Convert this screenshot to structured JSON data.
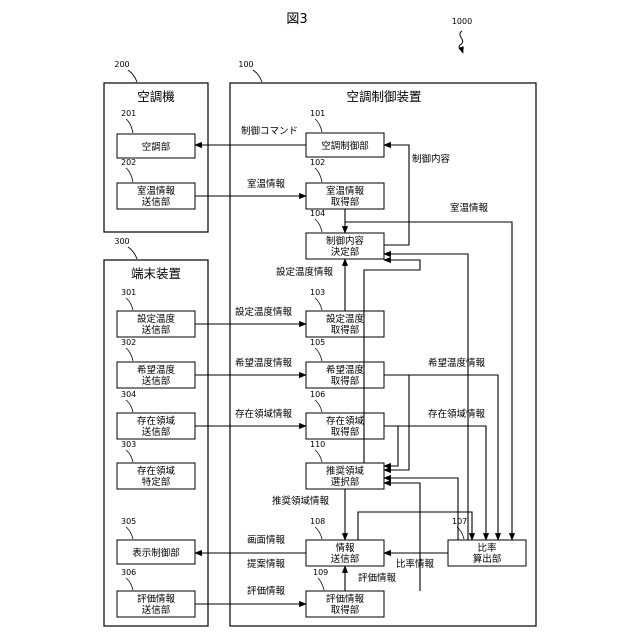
{
  "figure_label": "図3",
  "system_ref": "1000",
  "aircon": {
    "ref": "200",
    "title": "空調機",
    "units": [
      {
        "ref": "201",
        "lines": [
          "空調部"
        ]
      },
      {
        "ref": "202",
        "lines": [
          "室温情報",
          "送信部"
        ]
      }
    ]
  },
  "terminal": {
    "ref": "300",
    "title": "端末装置",
    "units": [
      {
        "ref": "301",
        "lines": [
          "設定温度",
          "送信部"
        ]
      },
      {
        "ref": "302",
        "lines": [
          "希望温度",
          "送信部"
        ]
      },
      {
        "ref": "304",
        "lines": [
          "存在領域",
          "送信部"
        ]
      },
      {
        "ref": "303",
        "lines": [
          "存在領域",
          "特定部"
        ]
      },
      {
        "ref": "305",
        "lines": [
          "表示制御部"
        ]
      },
      {
        "ref": "306",
        "lines": [
          "評価情報",
          "送信部"
        ]
      }
    ]
  },
  "controller": {
    "ref": "100",
    "title": "空調制御装置",
    "units": [
      {
        "ref": "101",
        "lines": [
          "空調制御部"
        ]
      },
      {
        "ref": "102",
        "lines": [
          "室温情報",
          "取得部"
        ]
      },
      {
        "ref": "104",
        "lines": [
          "制御内容",
          "決定部"
        ]
      },
      {
        "ref": "103",
        "lines": [
          "設定温度",
          "取得部"
        ]
      },
      {
        "ref": "105",
        "lines": [
          "希望温度",
          "取得部"
        ]
      },
      {
        "ref": "106",
        "lines": [
          "存在領域",
          "取得部"
        ]
      },
      {
        "ref": "110",
        "lines": [
          "推奨領域",
          "選択部"
        ]
      },
      {
        "ref": "108",
        "lines": [
          "情報",
          "送信部"
        ]
      },
      {
        "ref": "109",
        "lines": [
          "評価情報",
          "取得部"
        ]
      },
      {
        "ref": "107",
        "lines": [
          "比率",
          "算出部"
        ]
      }
    ]
  },
  "flow_labels": {
    "control_command": "制御コマンド",
    "control_content": "制御内容",
    "room_temp_1": "室温情報",
    "room_temp_2": "室温情報",
    "set_temp_1": "設定温度情報",
    "set_temp_2": "設定温度情報",
    "desired_temp_1": "希望温度情報",
    "desired_temp_2": "希望温度情報",
    "presence_1": "存在領域情報",
    "presence_2": "存在領域情報",
    "recommended": "推奨領域情報",
    "screen_info": "画面情報",
    "proposal_info": "提案情報",
    "ratio_info": "比率情報",
    "eval_info_1": "評価情報",
    "eval_info_2": "評価情報"
  }
}
